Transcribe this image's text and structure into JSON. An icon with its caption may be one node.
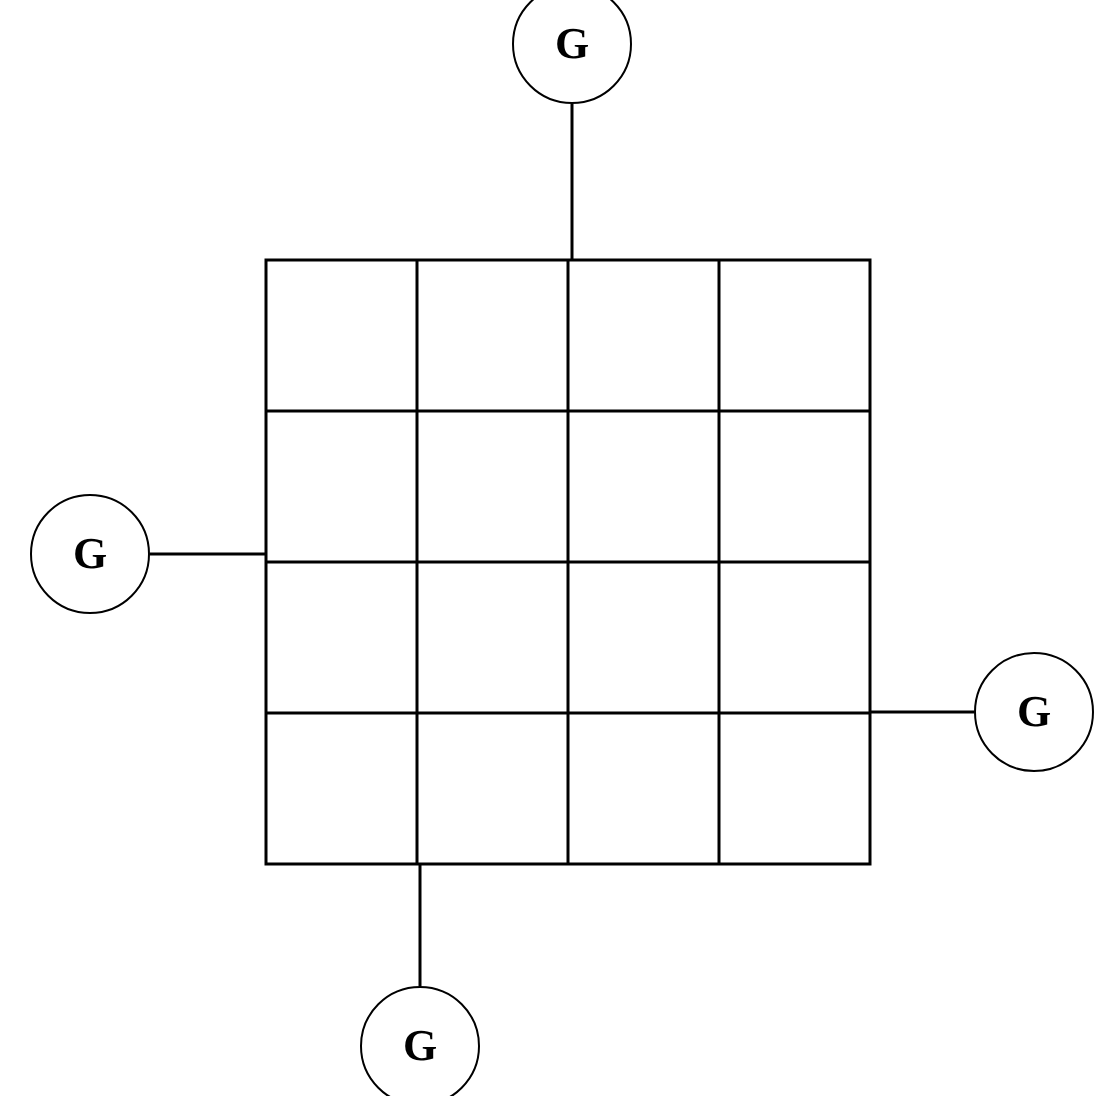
{
  "diagram": {
    "nodes": [
      {
        "text": [
          "G"
        ]
      },
      {
        "text": [],
        "shape": "grid"
      },
      {
        "text": [
          "G"
        ]
      },
      {
        "text": [
          "G"
        ]
      },
      {
        "text": [
          "G"
        ]
      }
    ],
    "edges": [
      {
        "from": 0,
        "to": 1,
        "arrow": "none"
      },
      {
        "from": 2,
        "to": 1,
        "arrow": "none"
      },
      {
        "from": 3,
        "to": 1,
        "arrow": "none"
      },
      {
        "from": 4,
        "to": 1,
        "arrow": "none"
      }
    ]
  }
}
